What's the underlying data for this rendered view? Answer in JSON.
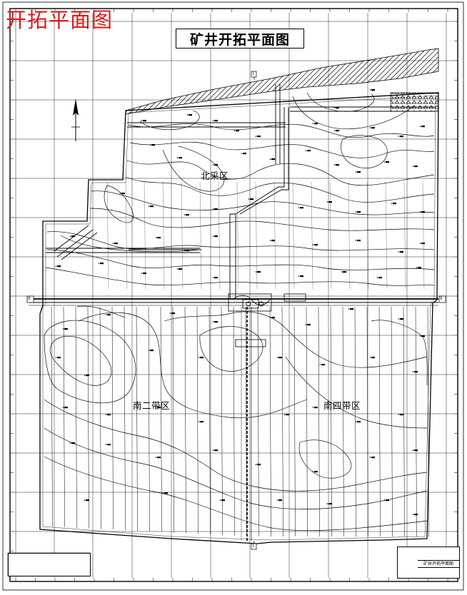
{
  "page_title": "开拓平面图",
  "map_title": "矿井开拓平面图",
  "zones": {
    "north": "北采区",
    "south_two": "南二带区",
    "south_four": "南四带区"
  },
  "edge_marks": {
    "top": "I",
    "bottom": "I",
    "left": "II",
    "right": "II"
  },
  "north_arrow": "north-arrow-icon",
  "colors": {
    "title_red": "#e21818",
    "line": "#000000",
    "grid": "#000000"
  }
}
